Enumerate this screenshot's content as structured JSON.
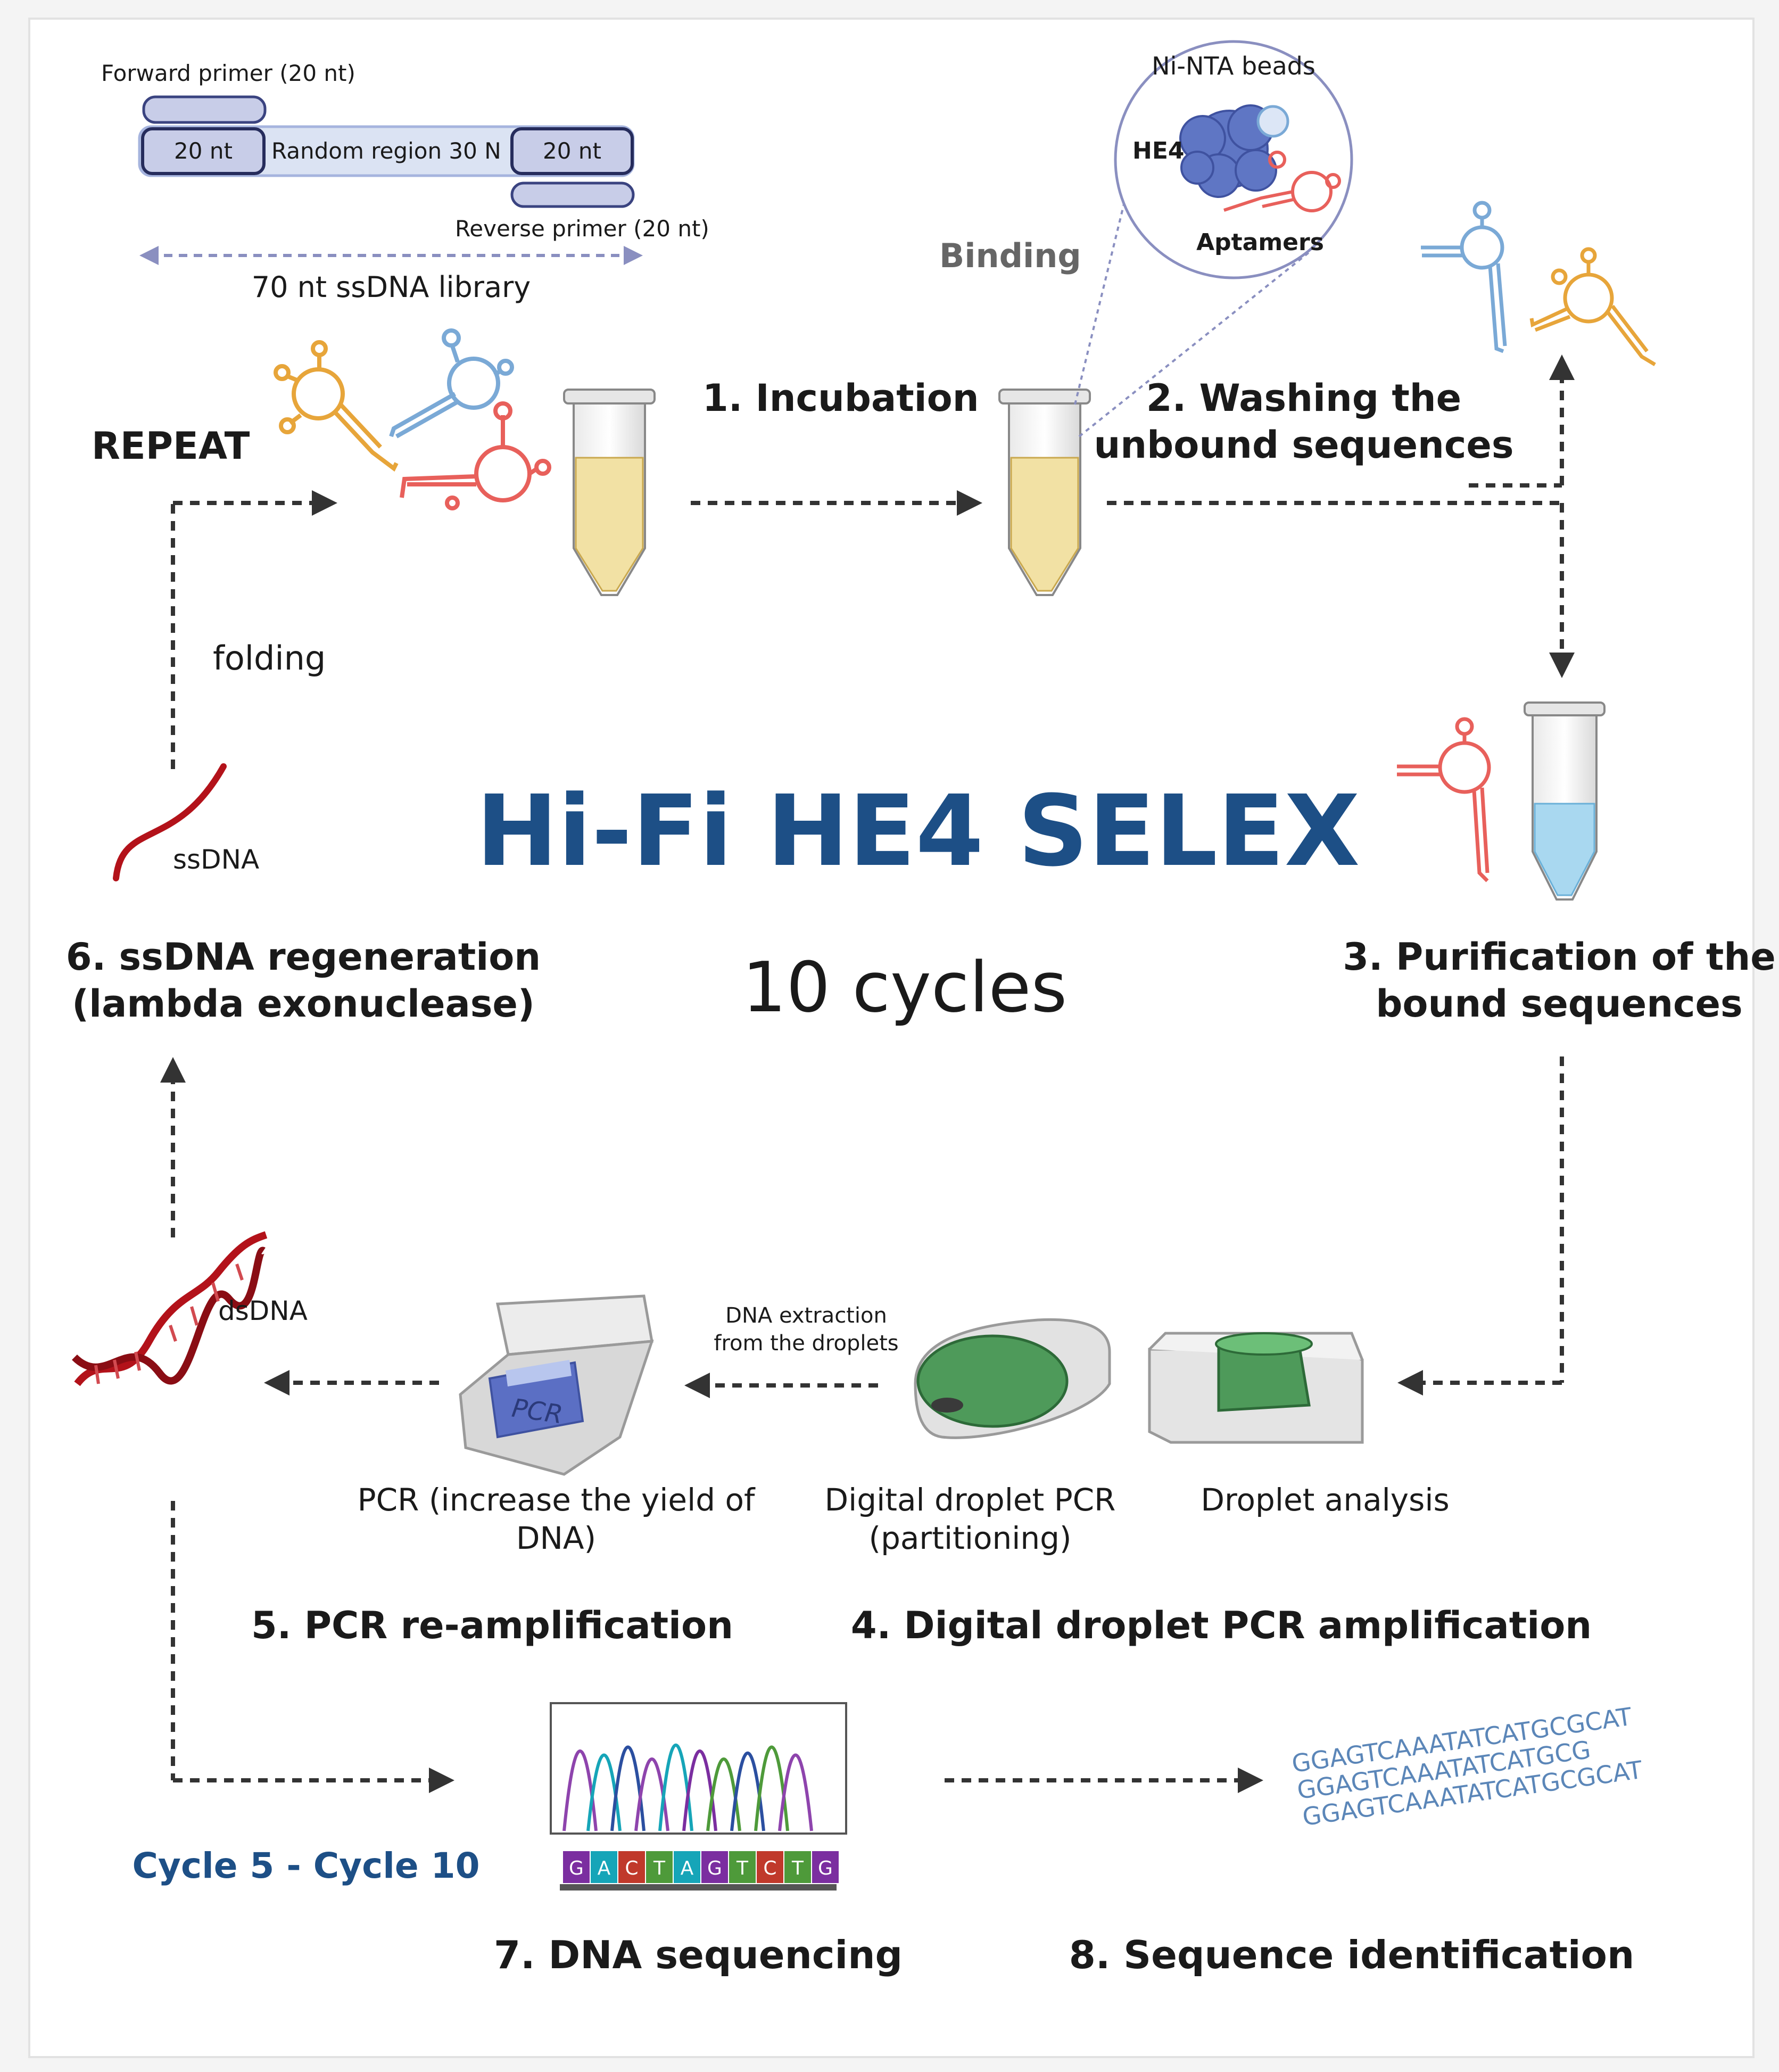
{
  "title": "Hi-Fi HE4 SELEX",
  "cycles": "10 cycles",
  "library": {
    "forward_primer": "Forward primer (20 nt)",
    "left_block": "20 nt",
    "random_region": "Random region 30 N",
    "right_block": "20 nt",
    "reverse_primer": "Reverse primer (20 nt)",
    "length_label": "70 nt ssDNA library"
  },
  "binding": {
    "label": "Binding",
    "beads": "Ni-NTA beads",
    "target": "HE4",
    "aptamers": "Aptamers"
  },
  "repeat": "REPEAT",
  "folding": "folding",
  "ssdna": "ssDNA",
  "dsdna": "dsDNA",
  "steps": {
    "s1": "1.  Incubation",
    "s2_line1": "2. Washing the",
    "s2_line2": "unbound sequences",
    "s3_line1": "3. Purification of the",
    "s3_line2": "bound sequences",
    "s4": "4. Digital droplet PCR amplification",
    "s5": "5. PCR re-amplification",
    "s6_line1": "6. ssDNA regeneration",
    "s6_line2": "(lambda exonuclease)",
    "s7": "7. DNA sequencing",
    "s8": "8. Sequence identification"
  },
  "instruments": {
    "droplet_analysis": "Droplet analysis",
    "ddpcr_line1": "Digital droplet PCR",
    "ddpcr_line2": "(partitioning)",
    "pcr_line1": "PCR (increase the yield of",
    "pcr_line2": "DNA)",
    "pcr_screen": "PCR",
    "extraction_line1": "DNA extraction",
    "extraction_line2": "from the droplets"
  },
  "cycle_range": "Cycle 5 - Cycle 10",
  "sequencing_bases": [
    "G",
    "A",
    "C",
    "T",
    "A",
    "G",
    "T",
    "C",
    "T",
    "G"
  ],
  "sequence_reads": [
    "GGAGTCAAATATCATGCGCAT",
    "GGAGTCAAATATCATGCG",
    "GGAGTCAAATATCATGCGCAT"
  ],
  "colors": {
    "title": "#1d4f86",
    "cycle_range": "#1d4f86",
    "tube_liquid": "#f2e1a4",
    "tube_blue": "#a9d8f0",
    "green": "#4e9a5a",
    "dna_red": "#b3121a",
    "aptamer_orange": "#e7a53a",
    "aptamer_blue": "#7aa9d6",
    "aptamer_red": "#e8605b"
  }
}
